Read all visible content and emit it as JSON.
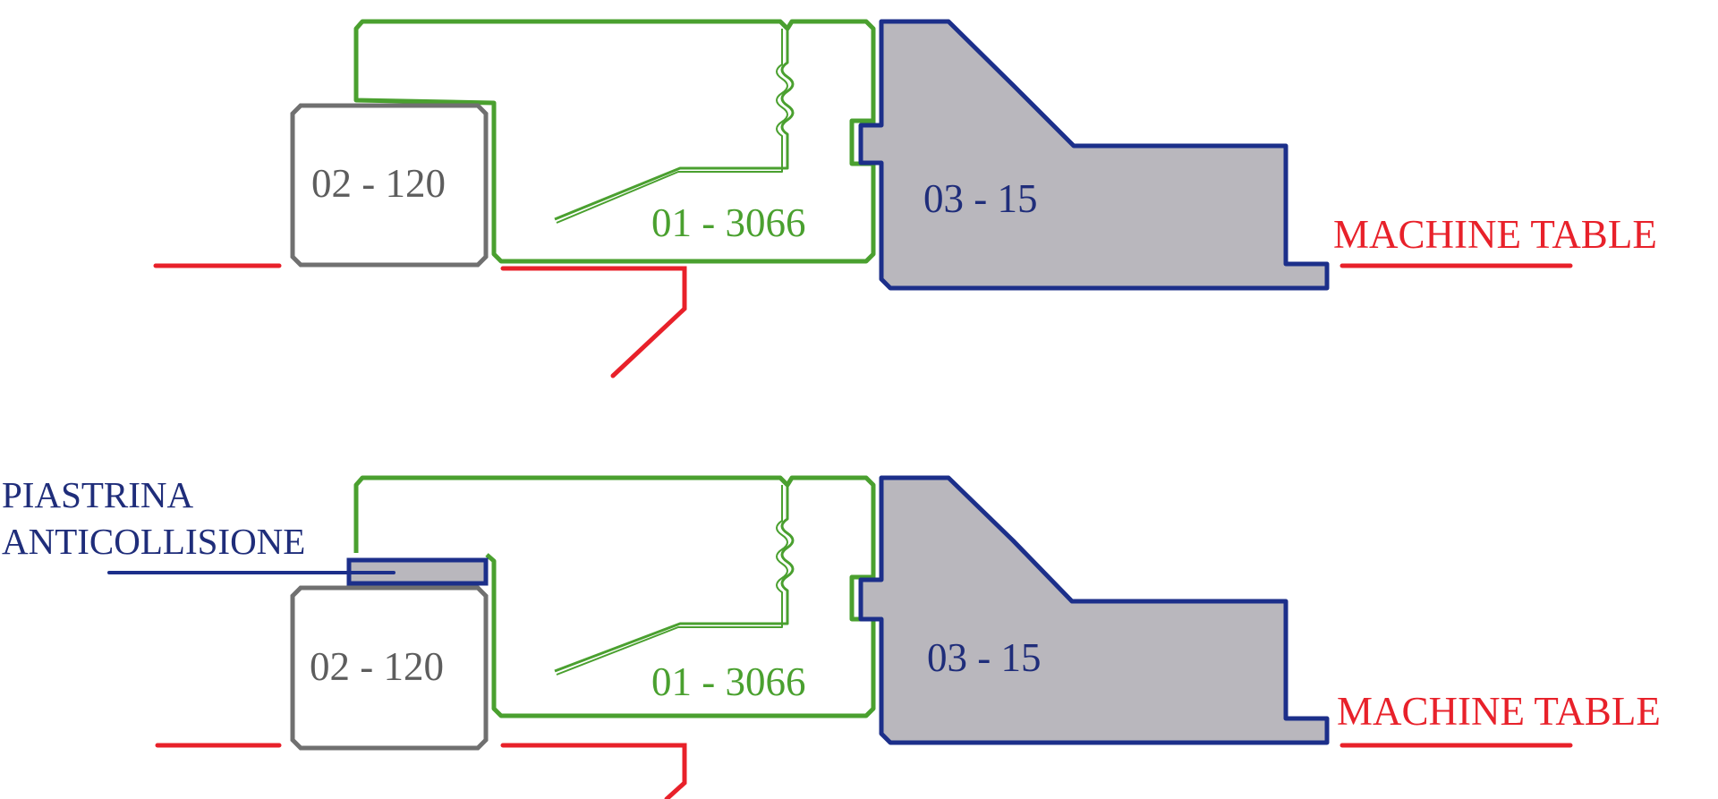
{
  "colors": {
    "red": "#e8212a",
    "green": "#4aa02f",
    "navy": "#1c2f8a",
    "gray_outline": "#707070",
    "gray_fill": "#b9b7bd",
    "label_gray": "#5d5d5d",
    "label_navy": "#1f2d7a"
  },
  "top": {
    "gray_block_label": "02 - 120",
    "green_block_label": "01 - 3066",
    "navy_block_label": "03 - 15",
    "table_label": "MACHINE TABLE"
  },
  "bottom": {
    "plate_label_line1": "PIASTRINA",
    "plate_label_line2": "ANTICOLLISIONE",
    "gray_block_label": "02 - 120",
    "green_block_label": "01 - 3066",
    "navy_block_label": "03 - 15",
    "table_label": "MACHINE TABLE"
  }
}
